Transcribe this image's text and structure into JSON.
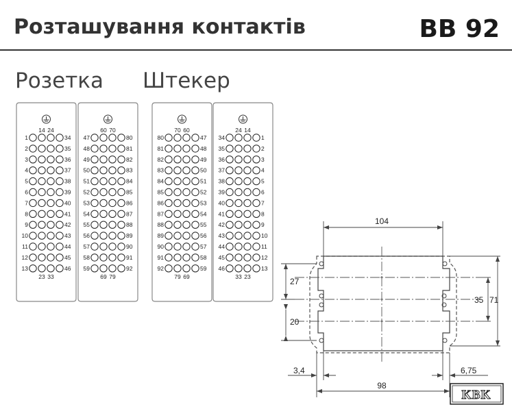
{
  "header": {
    "title": "Розташування контактів",
    "code": "BB 92"
  },
  "labels": {
    "socket": "Розетка",
    "plug": "Штекер"
  },
  "socket_left": {
    "rows": [
      [
        "1",
        "14",
        "24",
        "34"
      ],
      [
        "2",
        "",
        "",
        "35"
      ],
      [
        "3",
        "",
        "",
        "36"
      ],
      [
        "4",
        "",
        "",
        "37"
      ],
      [
        "5",
        "",
        "",
        "38"
      ],
      [
        "6",
        "",
        "",
        "39"
      ],
      [
        "7",
        "",
        "",
        "40"
      ],
      [
        "8",
        "",
        "",
        "41"
      ],
      [
        "9",
        "",
        "",
        "42"
      ],
      [
        "10",
        "",
        "",
        "43"
      ],
      [
        "11",
        "",
        "",
        "44"
      ],
      [
        "12",
        "",
        "",
        "45"
      ],
      [
        "13",
        "23",
        "33",
        "46"
      ]
    ]
  },
  "socket_right": {
    "rows": [
      [
        "47",
        "60",
        "70",
        "80"
      ],
      [
        "48",
        "",
        "",
        "81"
      ],
      [
        "49",
        "",
        "",
        "82"
      ],
      [
        "50",
        "",
        "",
        "83"
      ],
      [
        "51",
        "",
        "",
        "84"
      ],
      [
        "52",
        "",
        "",
        "85"
      ],
      [
        "53",
        "",
        "",
        "86"
      ],
      [
        "54",
        "",
        "",
        "87"
      ],
      [
        "55",
        "",
        "",
        "88"
      ],
      [
        "56",
        "",
        "",
        "89"
      ],
      [
        "57",
        "",
        "",
        "90"
      ],
      [
        "58",
        "",
        "",
        "91"
      ],
      [
        "59",
        "69",
        "79",
        "92"
      ]
    ]
  },
  "plug_left": {
    "rows": [
      [
        "80",
        "70",
        "60",
        "47"
      ],
      [
        "81",
        "",
        "",
        "48"
      ],
      [
        "82",
        "",
        "",
        "49"
      ],
      [
        "83",
        "",
        "",
        "50"
      ],
      [
        "84",
        "",
        "",
        "51"
      ],
      [
        "85",
        "",
        "",
        "52"
      ],
      [
        "86",
        "",
        "",
        "53"
      ],
      [
        "87",
        "",
        "",
        "54"
      ],
      [
        "88",
        "",
        "",
        "55"
      ],
      [
        "89",
        "",
        "",
        "56"
      ],
      [
        "90",
        "",
        "",
        "57"
      ],
      [
        "91",
        "",
        "",
        "58"
      ],
      [
        "92",
        "79",
        "69",
        "59"
      ]
    ]
  },
  "plug_right": {
    "rows": [
      [
        "34",
        "24",
        "14",
        "1"
      ],
      [
        "35",
        "",
        "",
        "2"
      ],
      [
        "36",
        "",
        "",
        "3"
      ],
      [
        "37",
        "",
        "",
        "4"
      ],
      [
        "38",
        "",
        "",
        "5"
      ],
      [
        "39",
        "",
        "",
        "6"
      ],
      [
        "40",
        "",
        "",
        "7"
      ],
      [
        "41",
        "",
        "",
        "8"
      ],
      [
        "42",
        "",
        "",
        "9"
      ],
      [
        "43",
        "",
        "",
        "10"
      ],
      [
        "44",
        "",
        "",
        "11"
      ],
      [
        "45",
        "",
        "",
        "12"
      ],
      [
        "46",
        "33",
        "23",
        "13"
      ]
    ]
  },
  "dimensions": {
    "top_width": "104",
    "bottom_width": "98",
    "left_offset": "3,4",
    "right_offset": "6,75",
    "upper_height": "27",
    "lower_height": "20",
    "inner_height": "35",
    "outer_height": "71"
  },
  "logo": {
    "text": "KBK"
  },
  "colors": {
    "line": "#444444",
    "text": "#222222",
    "panel_stroke": "#888888"
  }
}
